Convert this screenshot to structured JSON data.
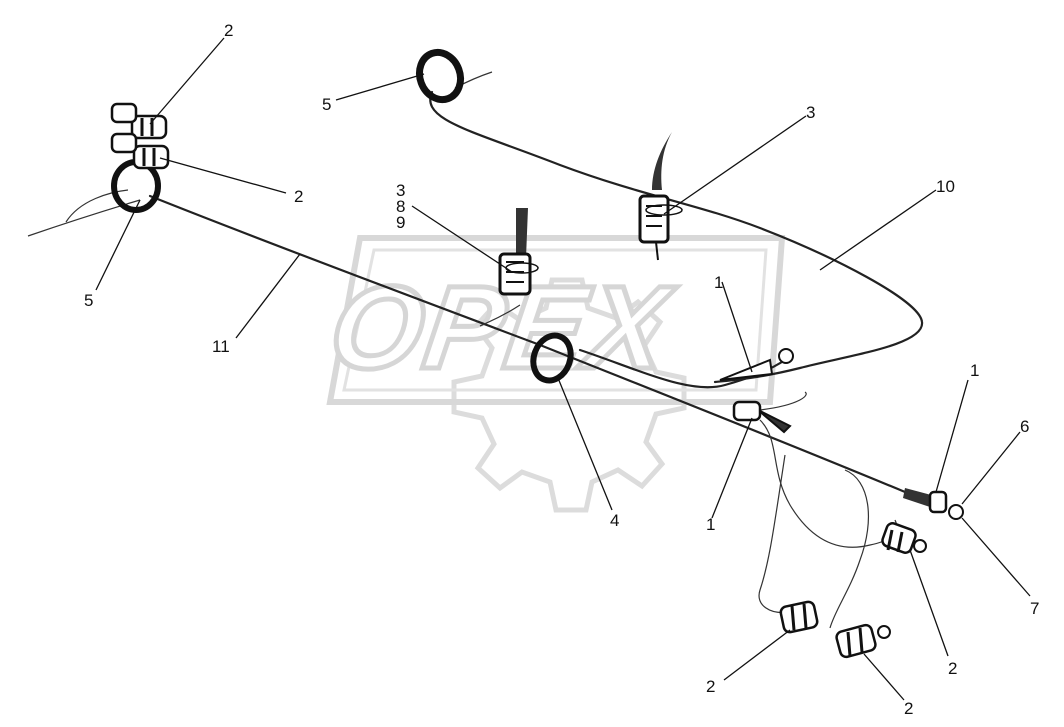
{
  "watermark": {
    "text": "OPEX"
  },
  "callouts": {
    "c2_top_left_a": "2",
    "c2_top_left_b": "2",
    "c5_left": "5",
    "c11": "11",
    "c5_top": "5",
    "c3_right": "3",
    "c10": "10",
    "c3_mid": "3",
    "c8": "8",
    "c9": "9",
    "c1_mid": "1",
    "c4": "4",
    "c1_lower": "1",
    "c1_right": "1",
    "c6": "6",
    "c7": "7",
    "c2_lower_right": "2",
    "c2_bottom_left": "2",
    "c2_bottom": "2"
  },
  "colors": {
    "line": "#111111",
    "watermark": "#d6d6d6",
    "background": "#ffffff"
  }
}
